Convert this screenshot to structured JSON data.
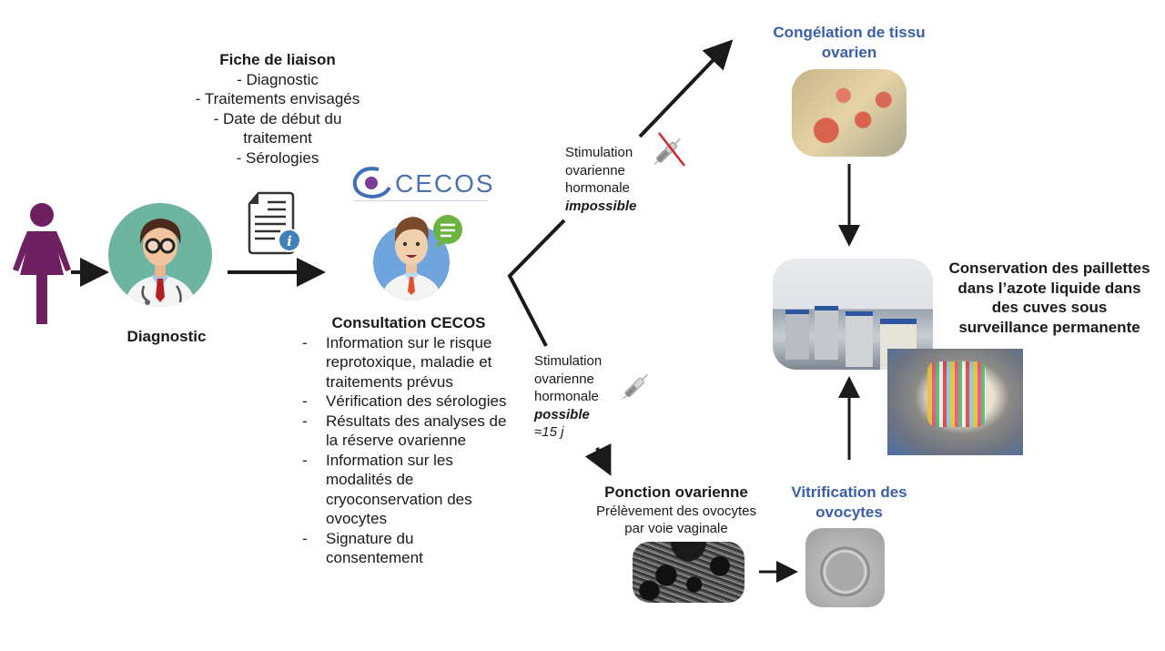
{
  "colors": {
    "patient": "#6e2060",
    "doctor_bg": "#6db5a0",
    "cecos_bg": "#6fa4dc",
    "speech_bubble": "#6db33f",
    "info_badge": "#3f80b8",
    "blue_title": "#3a5ea8",
    "arrow": "#1a1a1a",
    "cross": "#d0262f"
  },
  "fiche": {
    "title": "Fiche de liaison",
    "items": [
      "- Diagnostic",
      "- Traitements envisagés",
      "- Date de début du",
      "traitement",
      "- Sérologies"
    ]
  },
  "diagnostic": {
    "label": "Diagnostic"
  },
  "cecos": {
    "logo_text": "CECOS",
    "title": "Consultation CECOS",
    "items": [
      "Information sur le risque reprotoxique, maladie et traitements prévus",
      "Vérification des sérologies",
      "Résultats des analyses de la réserve ovarienne",
      "Information sur les modalités de cryoconservation des ovocytes",
      "Signature du consentement"
    ]
  },
  "branch_impossible": {
    "lines": [
      "Stimulation",
      "ovarienne",
      "hormonale"
    ],
    "emphasis": "impossible"
  },
  "branch_possible": {
    "lines": [
      "Stimulation",
      "ovarienne",
      "hormonale"
    ],
    "emphasis": "possible",
    "duration": "≈15 j"
  },
  "congelation": {
    "title_line1": "Congélation de tissu",
    "title_line2": "ovarien"
  },
  "conservation": {
    "lines": [
      "Conservation des paillettes",
      "dans l’azote liquide dans",
      "des cuves sous",
      "surveillance permanente"
    ]
  },
  "ponction": {
    "title": "Ponction ovarienne",
    "line1": "Prélèvement des ovocytes",
    "line2": "par voie vaginale"
  },
  "vitrification": {
    "title_line1": "Vitrification des",
    "title_line2": "ovocytes"
  }
}
